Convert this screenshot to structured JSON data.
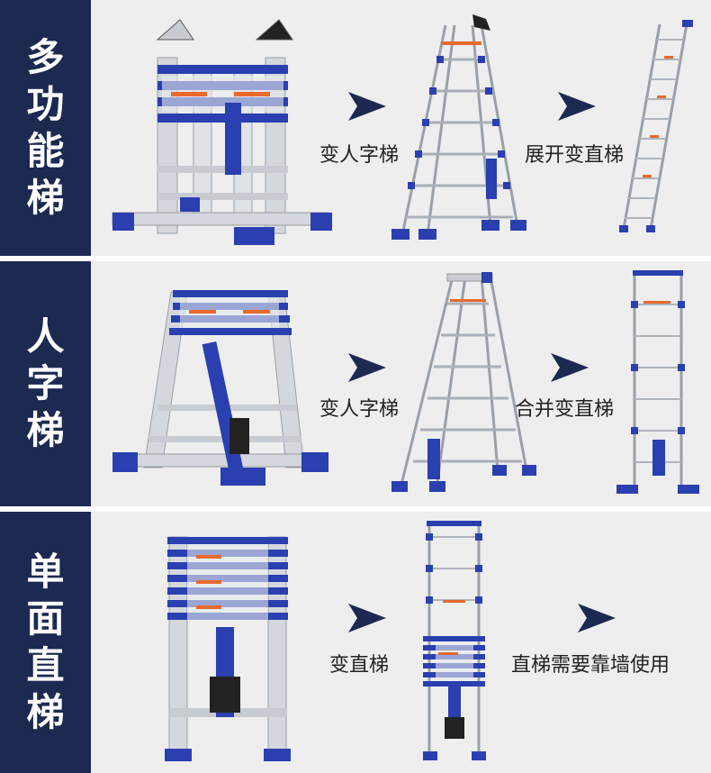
{
  "colors": {
    "navy": "#1c2a52",
    "ladder_blue": "#2a3fb0",
    "aluminum": "#d4d8de",
    "arrow": "#1c2a52",
    "panel_bg": "#eeeeee",
    "warning_orange": "#e86a2e"
  },
  "rows": [
    {
      "label": "多功能梯",
      "caption1": "变人字梯",
      "caption2": "展开变直梯"
    },
    {
      "label": "人字梯",
      "caption1": "变人字梯",
      "caption2": "合并变直梯"
    },
    {
      "label": "单面直梯",
      "caption1": "变直梯",
      "caption2": "直梯需要靠墙使用"
    }
  ]
}
